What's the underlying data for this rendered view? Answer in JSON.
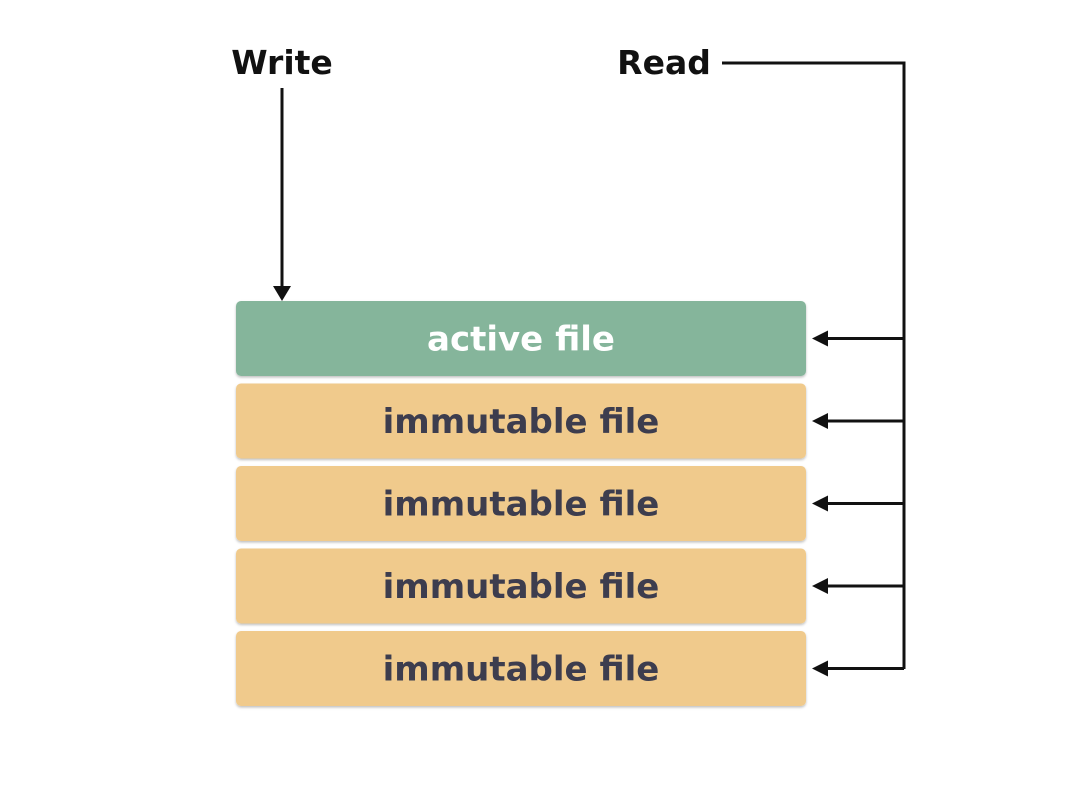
{
  "labels": {
    "write": "Write",
    "read": "Read"
  },
  "files": [
    {
      "label": "active file",
      "kind": "active"
    },
    {
      "label": "immutable file",
      "kind": "immutable"
    },
    {
      "label": "immutable file",
      "kind": "immutable"
    },
    {
      "label": "immutable file",
      "kind": "immutable"
    },
    {
      "label": "immutable file",
      "kind": "immutable"
    }
  ],
  "colors": {
    "active_fill": "#85b59b",
    "active_text": "#ffffff",
    "immutable_fill": "#f0ca8c",
    "immutable_text": "#3d3d4e",
    "line": "#111111"
  }
}
